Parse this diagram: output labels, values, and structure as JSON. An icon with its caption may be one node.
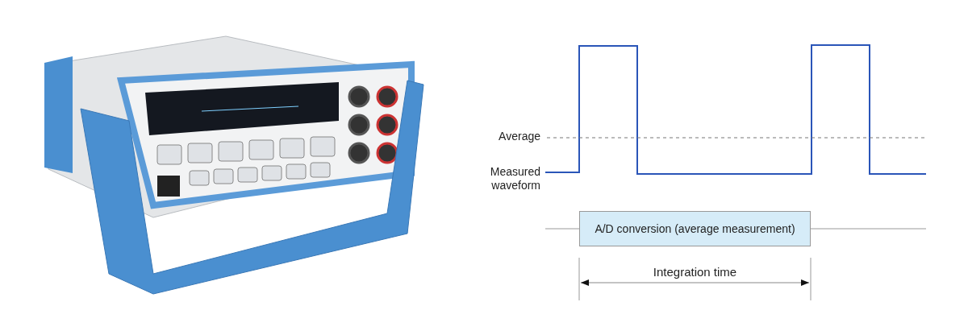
{
  "diagram": {
    "nodes": [
      {
        "text": [],
        "shape": "picture"
      },
      {
        "text": [
          "A/D conversion (average measurement)"
        ]
      }
    ],
    "edges": [],
    "labels": [
      "Average",
      "Measured waveform",
      "Integration time"
    ]
  }
}
